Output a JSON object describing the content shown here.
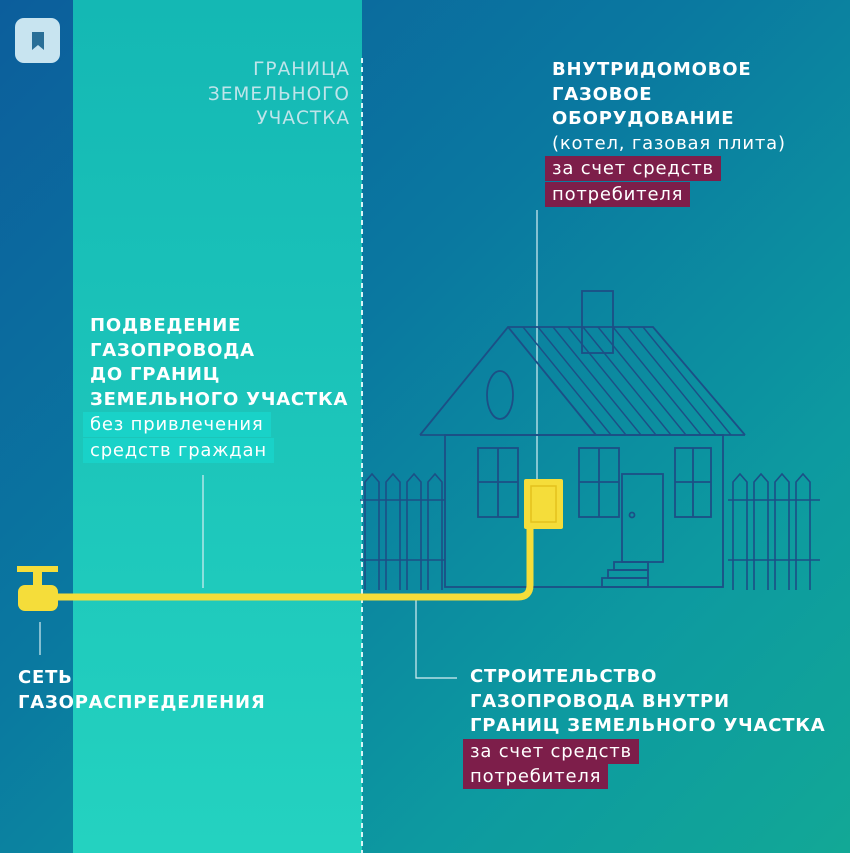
{
  "toolbar": {
    "bookmark_icon": "bookmark-icon"
  },
  "labels": {
    "boundary": [
      "ГРАНИЦА",
      "ЗЕМЕЛЬНОГО",
      "УЧАСТКА"
    ],
    "indoor_equipment": [
      "ВНУТРИДОМОВОЕ",
      "ГАЗОВОЕ",
      "ОБОРУДОВАНИЕ",
      "(котел, газовая плита)"
    ],
    "indoor_equipment_note": [
      "за счет средств",
      "потребителя"
    ],
    "supply": [
      "ПОДВЕДЕНИЕ",
      "ГАЗОПРОВОДА",
      "ДО ГРАНИЦ",
      "ЗЕМЕЛЬНОГО УЧАСТКА"
    ],
    "supply_note": [
      "без привлечения",
      "средств граждан"
    ],
    "network": [
      "СЕТЬ",
      "ГАЗОРАСПРЕДЕЛЕНИЯ"
    ],
    "construction": [
      "СТРОИТЕЛЬСТВО",
      "ГАЗОПРОВОДА ВНУТРИ",
      "ГРАНИЦ ЗЕМЕЛЬНОГО УЧАСТКА"
    ],
    "construction_note": [
      "за счет средств",
      "потребителя"
    ]
  },
  "colors": {
    "pipe": "#f5dd3a",
    "note_red": "#7d1e4a",
    "note_cyan": "#19d2c8",
    "house_line": "#1c4f86"
  }
}
